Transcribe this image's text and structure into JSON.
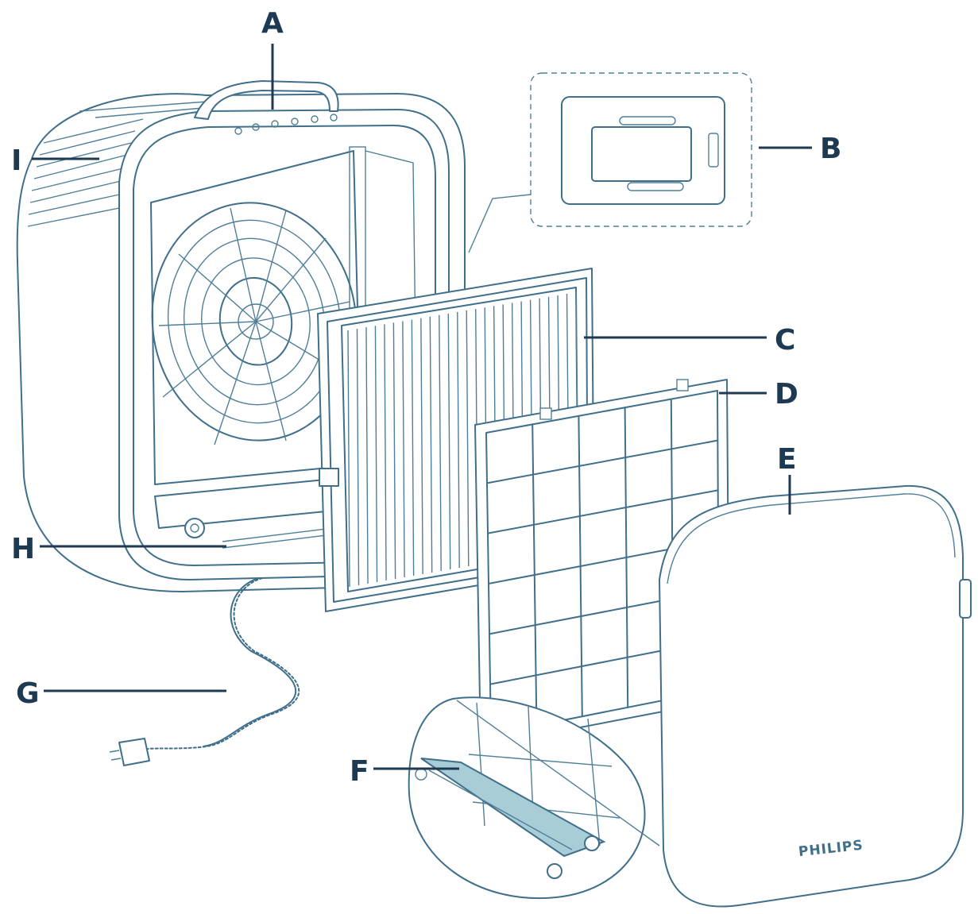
{
  "diagram": {
    "brand_text": "PHILIPS",
    "colors": {
      "line": "#3f6f8a",
      "label": "#1e3a52",
      "strip": "#a9cdd6"
    },
    "callouts": [
      {
        "id": "A",
        "label": "A"
      },
      {
        "id": "B",
        "label": "B"
      },
      {
        "id": "C",
        "label": "C"
      },
      {
        "id": "D",
        "label": "D"
      },
      {
        "id": "E",
        "label": "E"
      },
      {
        "id": "F",
        "label": "F"
      },
      {
        "id": "G",
        "label": "G"
      },
      {
        "id": "H",
        "label": "H"
      },
      {
        "id": "I",
        "label": "I"
      }
    ]
  }
}
